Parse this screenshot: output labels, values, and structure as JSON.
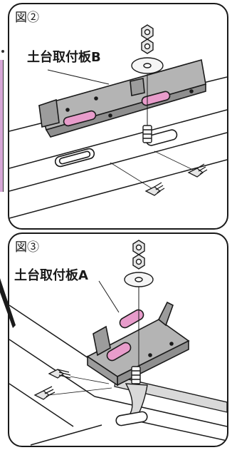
{
  "figure_2": {
    "label": "図②",
    "part_label": "土台取付板B"
  },
  "figure_3": {
    "label": "図③",
    "part_label": "土台取付板A"
  },
  "colors": {
    "outline": "#1a1a1a",
    "plate_gray": "#b4b4b4",
    "plate_dark": "#8f8f8f",
    "slot_pink": "#e89ccb",
    "rail_gray": "#d9d9d9",
    "edge_bar": "#d6a6d6"
  },
  "icons": [
    "nut-icon",
    "washer-icon",
    "bolt-icon",
    "screw-icon",
    "anchor-bolt-icon"
  ]
}
